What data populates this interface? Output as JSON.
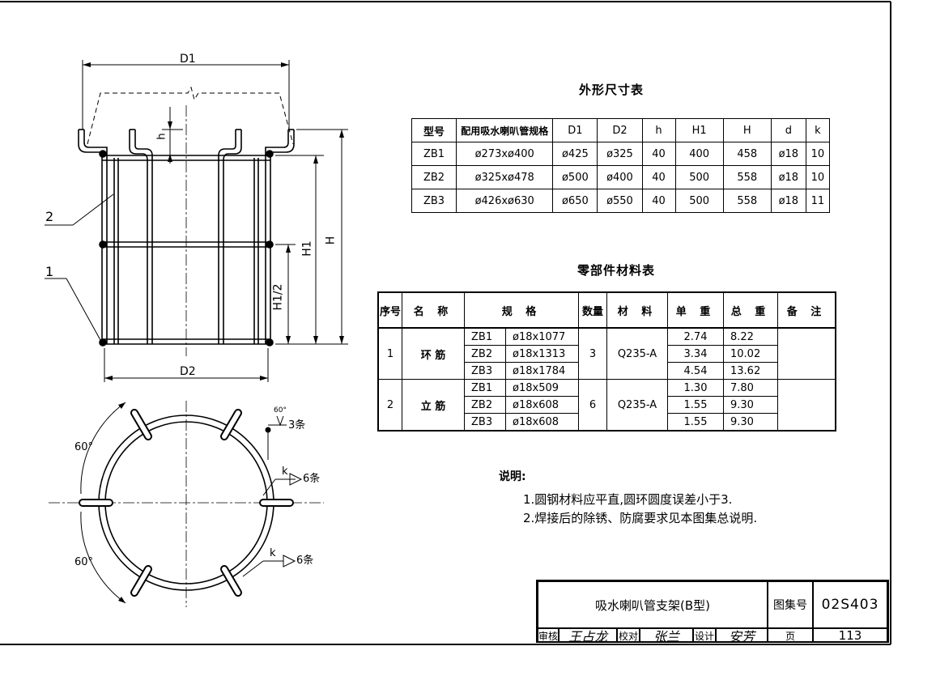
{
  "drawing": {
    "labels": {
      "D1": "D1",
      "D2": "D2",
      "h": "h",
      "H1": "H1",
      "H": "H",
      "H1_half": "H1/2",
      "part_2": "2",
      "part_1": "1",
      "angle_top": "60°",
      "angle_bottom": "60°",
      "weld_angle": "60°",
      "weld_3": "3条",
      "weld_k1": "k",
      "weld_6a": "6条",
      "weld_k2": "k",
      "weld_6b": "6条"
    }
  },
  "dims_table": {
    "title": "外形尺寸表",
    "headers": [
      "型号",
      "配用吸水喇叭管规格",
      "D1",
      "D2",
      "h",
      "H1",
      "H",
      "d",
      "k"
    ],
    "rows": [
      [
        "ZB1",
        "ø273xø400",
        "ø425",
        "ø325",
        "40",
        "400",
        "458",
        "ø18",
        "10"
      ],
      [
        "ZB2",
        "ø325xø478",
        "ø500",
        "ø400",
        "40",
        "500",
        "558",
        "ø18",
        "10"
      ],
      [
        "ZB3",
        "ø426xø630",
        "ø650",
        "ø550",
        "40",
        "500",
        "558",
        "ø18",
        "11"
      ]
    ]
  },
  "materials_table": {
    "title": "零部件材料表",
    "headers": [
      "序号",
      "名 称",
      "规 格",
      "数量",
      "材 料",
      "单 重",
      "总 重",
      "备 注"
    ],
    "groups": [
      {
        "no": "1",
        "name": "环 筋",
        "qty": "3",
        "material": "Q235-A",
        "rows": [
          {
            "model": "ZB1",
            "spec": "ø18x1077",
            "unit": "2.74",
            "total": "8.22"
          },
          {
            "model": "ZB2",
            "spec": "ø18x1313",
            "unit": "3.34",
            "total": "10.02"
          },
          {
            "model": "ZB3",
            "spec": "ø18x1784",
            "unit": "4.54",
            "total": "13.62"
          }
        ]
      },
      {
        "no": "2",
        "name": "立 筋",
        "qty": "6",
        "material": "Q235-A",
        "rows": [
          {
            "model": "ZB1",
            "spec": "ø18x509",
            "unit": "1.30",
            "total": "7.80"
          },
          {
            "model": "ZB2",
            "spec": "ø18x608",
            "unit": "1.55",
            "total": "9.30"
          },
          {
            "model": "ZB3",
            "spec": "ø18x608",
            "unit": "1.55",
            "total": "9.30"
          }
        ]
      }
    ]
  },
  "notes": {
    "heading": "说明:",
    "items": [
      "1.圆钢材料应平直,圆环圆度误差小于3.",
      "2.焊接后的除锈、防腐要求见本图集总说明."
    ]
  },
  "title_block": {
    "drawing_title": "吸水喇叭管支架(B型)",
    "atlas_label": "图集号",
    "atlas_no": "02S403",
    "review_label": "审核",
    "review_sig": "王占龙",
    "check_label": "校对",
    "check_sig": "张兰",
    "design_label": "设计",
    "design_sig": "安芳",
    "page_label": "页",
    "page_no": "113"
  }
}
